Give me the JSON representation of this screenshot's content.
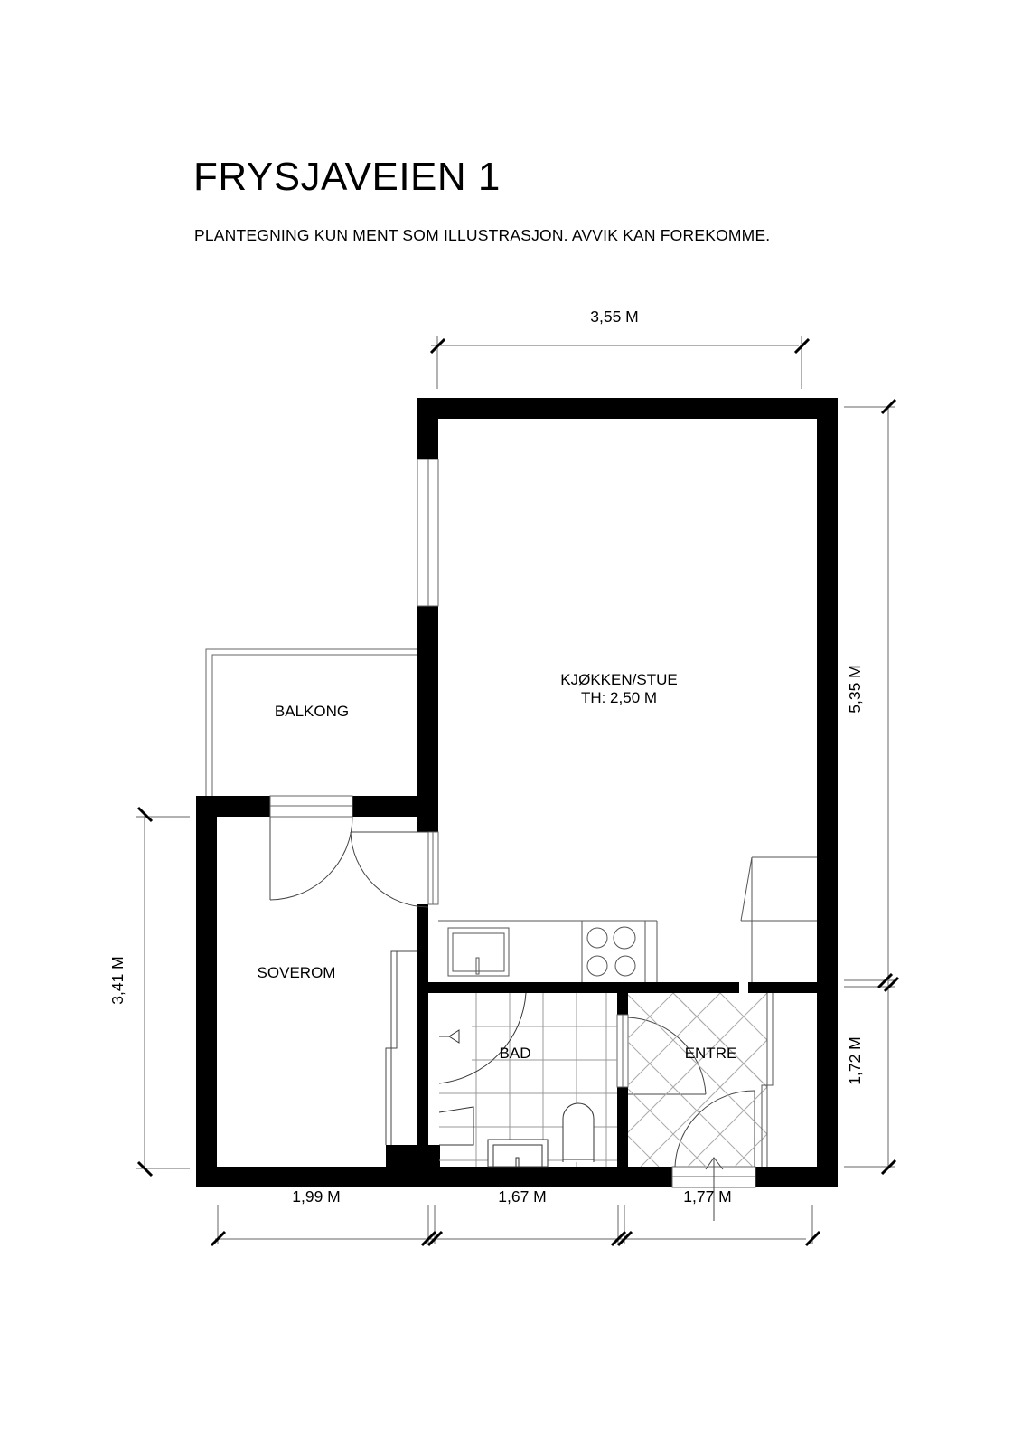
{
  "header": {
    "title": "FRYSJAVEIEN 1",
    "disclaimer": "PLANTEGNING KUN MENT SOM ILLUSTRASJON. AVVIK KAN FOREKOMME."
  },
  "rooms": {
    "kitchen_living": {
      "name": "KJØKKEN/STUE",
      "ceiling_height": "TH: 2,50 M"
    },
    "balcony": {
      "name": "BALKONG"
    },
    "bedroom": {
      "name": "SOVEROM"
    },
    "bathroom": {
      "name": "BAD"
    },
    "entrance": {
      "name": "ENTRE"
    }
  },
  "dimensions": {
    "top_width": "3,55 M",
    "right_upper_height": "5,35 M",
    "right_lower_height": "1,72 M",
    "left_height": "3,41 M",
    "bottom_left_width": "1,99 M",
    "bottom_mid_width": "1,67 M",
    "bottom_right_width": "1,77 M"
  },
  "colors": {
    "wall": "#000000",
    "line": "#555555",
    "background": "#ffffff"
  }
}
